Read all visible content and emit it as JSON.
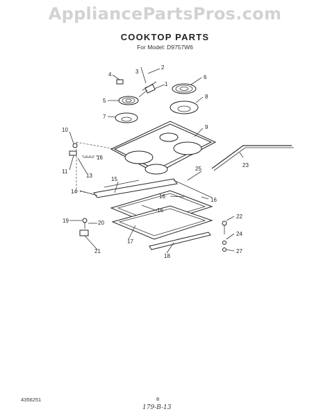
{
  "watermark": "AppliancePartsPros.com",
  "title": "COOKTOP PARTS",
  "subtitle": "For Model: D9757W6",
  "footer": {
    "part_number": "4356251",
    "page": "8",
    "code": "179-B-13"
  },
  "callouts": [
    "1",
    "2",
    "3",
    "4",
    "5",
    "6",
    "7",
    "8",
    "9",
    "10",
    "11",
    "13",
    "14",
    "15",
    "16",
    "16",
    "16",
    "16",
    "17",
    "18",
    "19",
    "20",
    "21",
    "22",
    "23",
    "24",
    "25",
    "27"
  ]
}
